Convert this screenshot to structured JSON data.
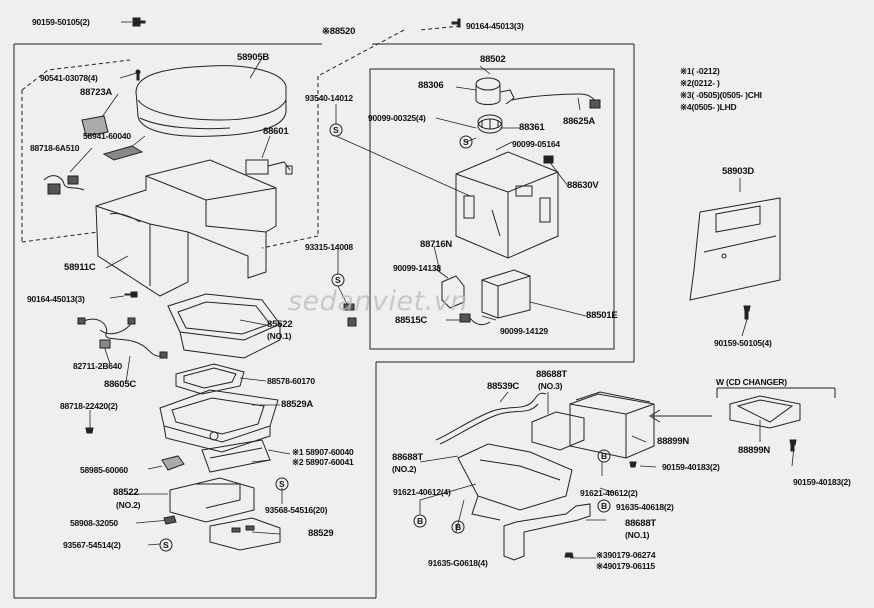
{
  "watermark": "sedanviet.vn",
  "notes": [
    "※1(      -0212)",
    "※2(0212-        )",
    "※3(      -0505)(0505-        )CHI",
    "※4(0505-      )LHD"
  ],
  "labels": {
    "p_90159_50105_top": "90159-50105(2)",
    "p_88520": "※88520",
    "p_90164_45013_top": "90164-45013(3)",
    "p_88502": "88502",
    "p_58905b": "58905B",
    "p_90541": "90541-03078(4)",
    "p_88723a": "88723A",
    "p_58941": "58941-60040",
    "p_88601": "88601",
    "p_88718_6a510": "88718-6A510",
    "p_58911c": "58911C",
    "p_90164_45013_left": "90164-45013(3)",
    "p_88306": "88306",
    "p_93540": "93540-14012",
    "p_90099_00325": "90099-00325(4)",
    "p_88361": "88361",
    "p_88625a": "88625A",
    "p_90099_05164": "90099-05164",
    "p_88630v": "88630V",
    "p_93315": "93315-14008",
    "p_88716n": "88716N",
    "p_90099_14138": "90099-14138",
    "p_88515c": "88515C",
    "p_90099_14129": "90099-14129",
    "p_88501e": "88501E",
    "p_58903d": "58903D",
    "p_90159_50105_right": "90159-50105(4)",
    "p_85522_no1": "85522",
    "p_no1_a": "(NO.1)",
    "p_82711": "82711-2B640",
    "p_88605c": "88605C",
    "p_88578": "88578-60170",
    "p_88529a": "88529A",
    "p_88718_22420": "88718-22420(2)",
    "p_58907_1": "※1 58907-60040",
    "p_58907_2": "※2 58907-60041",
    "p_58985": "58985-60060",
    "p_88522": "88522",
    "p_no2_a": "(NO.2)",
    "p_58908": "58908-32050",
    "p_93568": "93568-54516(20)",
    "p_93567": "93567-54514(2)",
    "p_88529": "88529",
    "p_88539c": "88539C",
    "p_88688t_no3": "88688T",
    "p_no3": "(NO.3)",
    "p_88688t_no2": "88688T",
    "p_no2_b": "(NO.2)",
    "p_88899n_a": "88899N",
    "p_w_cd": "W (CD CHANGER)",
    "p_88899n_b": "88899N",
    "p_90159_40183_a": "90159-40183(2)",
    "p_90159_40183_b": "90159-40183(2)",
    "p_91621_left": "91621-40612(4)",
    "p_91621_right": "91621-40612(2)",
    "p_91635_40618": "91635-40618(2)",
    "p_88688t_no1": "88688T",
    "p_no1_b": "(NO.1)",
    "p_91635_g0618": "91635-G0618(4)",
    "p_90179_06274": "※390179-06274",
    "p_90179_06115": "※490179-06115"
  },
  "markers": {
    "s": "S",
    "b": "B"
  }
}
